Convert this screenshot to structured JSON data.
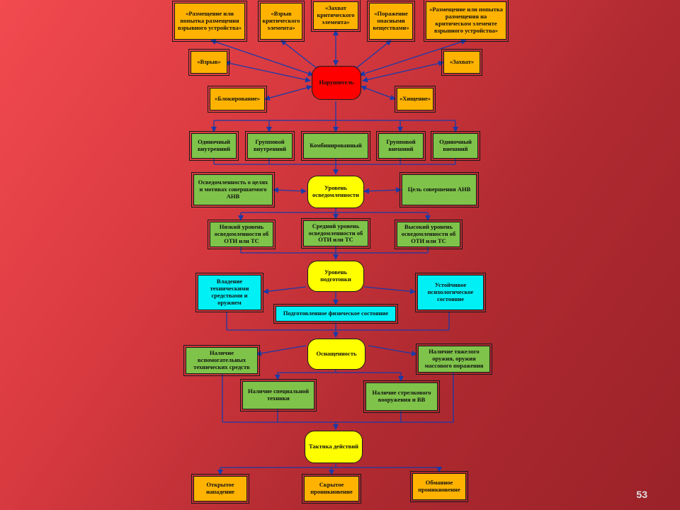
{
  "nodes": {
    "top1": "«Размещение или попытка размещения взрывного устройства»",
    "top2": "«Взрыв критического элемента»",
    "top3": "«Захват критического элемента»",
    "top4": "«Поражение опасными веществами»",
    "top5": "«Размещение или попытка размещения на критическом элементе взрывного устройства»",
    "explosion": "«Взрыв»",
    "capture": "«Захват»",
    "blocking": "«Блокирование»",
    "theft": "«Хищение»",
    "violator": "Нарушитель",
    "single_internal": "Одиночный внутренний",
    "group_internal": "Групповой внутренний",
    "combined": "Комбинированный",
    "group_external": "Групповой внешний",
    "single_external": "Одиночный внешний",
    "awareness_goals": "Осведомленность о целях и мотивах совершаемого АНВ",
    "awareness_level": "Уровень осведомленности",
    "goal_anv": "Цель совершения АНВ",
    "low_awareness": "Низкий уровень осведомленности об ОТИ или ТС",
    "mid_awareness": "Средний уровень осведомленности об ОТИ или ТС",
    "high_awareness": "Высокий уровень осведомленности об ОТИ или ТС",
    "training_level": "Уровень подготовки",
    "tech_weapons": "Владение техническими средствами и оружием",
    "psych_state": "Устойчивое психологическое состояние",
    "physical_state": "Подготовленное физическое состояние",
    "equipment": "Оснащенность",
    "aux_tech": "Наличие вспомогательных технических средств",
    "heavy_weapons": "Наличие тяжелого оружия, оружия массового поражения",
    "special_tech": "Наличие специальной техники",
    "small_arms": "Наличие стрелкового вооружения и ВВ",
    "tactics": "Тактика действий",
    "open_attack": "Открытое нападение",
    "covert": "Скрытое проникновение",
    "deceptive": "Обманное проникновение"
  },
  "page_number": "53",
  "colors": {
    "background": "#c83238",
    "arrow": "#1a3aa8",
    "orange": "#ffb300",
    "green": "#7fc34a",
    "cyan": "#00f0f6",
    "yellow": "#ffff00",
    "red": "#ff0000"
  }
}
